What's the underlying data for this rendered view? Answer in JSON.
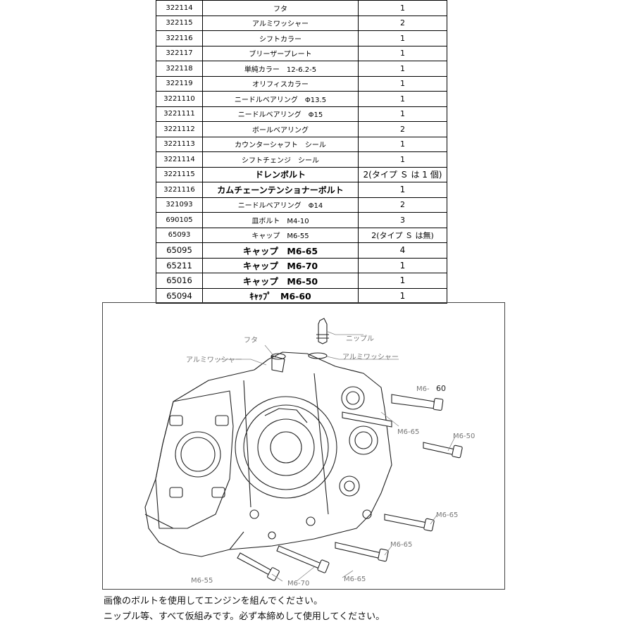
{
  "parts": [
    {
      "code": "322114",
      "name": "フタ",
      "qty": "1",
      "style": "small"
    },
    {
      "code": "322115",
      "name": "アルミワッシャー",
      "qty": "2",
      "style": "small"
    },
    {
      "code": "322116",
      "name": "シフトカラー",
      "qty": "1",
      "style": "small"
    },
    {
      "code": "322117",
      "name": "ブリーザープレート",
      "qty": "1",
      "style": "small"
    },
    {
      "code": "322118",
      "name": "単純カラー　12-6.2-5",
      "qty": "1",
      "style": "small"
    },
    {
      "code": "322119",
      "name": "オリフィスカラー",
      "qty": "1",
      "style": "small"
    },
    {
      "code": "3221110",
      "name": "ニードルベアリング　Φ13.5",
      "qty": "1",
      "style": "small"
    },
    {
      "code": "3221111",
      "name": "ニードルベアリング　Φ15",
      "qty": "1",
      "style": "small"
    },
    {
      "code": "3221112",
      "name": "ボールベアリング",
      "qty": "2",
      "style": "small"
    },
    {
      "code": "3221113",
      "name": "カウンターシャフト　シール",
      "qty": "1",
      "style": "small"
    },
    {
      "code": "3221114",
      "name": "シフトチェンジ　シール",
      "qty": "1",
      "style": "small"
    },
    {
      "code": "3221115",
      "name": "ドレンボルト",
      "qty": "2(タイプ Ｓ は 1 個)",
      "style": "mid"
    },
    {
      "code": "3221116",
      "name": "カムチェーンテンショナーボルト",
      "qty": "1",
      "style": "mid"
    },
    {
      "code": "321093",
      "name": "ニードルベアリング　Φ14",
      "qty": "2",
      "style": "small"
    },
    {
      "code": "690105",
      "name": "皿ボルト　M4-10",
      "qty": "3",
      "style": "small"
    },
    {
      "code": "65093",
      "name": "キャップ　M6-55",
      "qty": "2(タイプ Ｓ は無)",
      "style": "small"
    },
    {
      "code": "65095",
      "name": "キャップ　M6-65",
      "qty": "4",
      "style": "big"
    },
    {
      "code": "65211",
      "name": "キャップ　M6-70",
      "qty": "1",
      "style": "big"
    },
    {
      "code": "65016",
      "name": "キャップ　M6-50",
      "qty": "1",
      "style": "big"
    },
    {
      "code": "65094",
      "name": "ｷｬｯﾌﾟ　M6-60",
      "qty": "1",
      "style": "big"
    }
  ],
  "diagram": {
    "labels": {
      "futa": "フタ",
      "nipple": "ニップル",
      "washer_left": "アルミワッシャー",
      "washer_right": "アルミワッシャー",
      "m6_60": "M6-",
      "m6_60_num": "60",
      "m6_65_top": "M6-65",
      "m6_50": "M6-50",
      "m6_65_right": "M6-65",
      "m6_65_mid": "M6-65",
      "m6_65_bottom": "M6-65",
      "m6_55": "M6-55",
      "m6_70": "M6-70"
    }
  },
  "notes": {
    "line1": "画像のボルトを使用してエンジンを組んでください。",
    "line2": "ニップル等、すべて仮組みです。必ず本締めして使用してください。"
  }
}
